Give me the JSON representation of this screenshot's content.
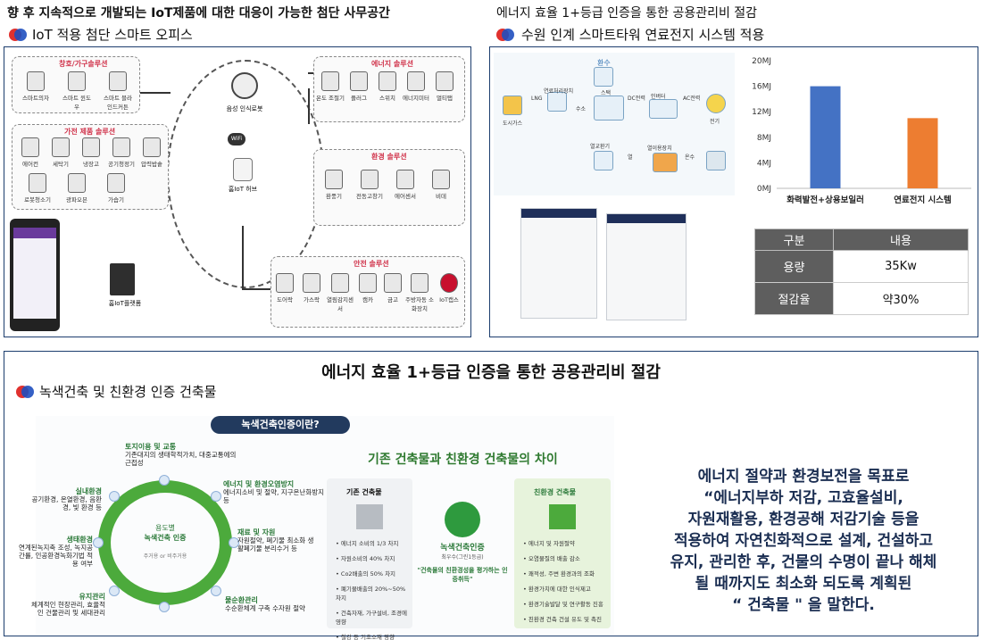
{
  "top_left": {
    "headline": "향 후 지속적으로 개발되는 IoT제품에 대한 대응이 가능한 첨단 사무공간",
    "subtitle": "IoT 적용 첨단 스마트 오피스",
    "groups": {
      "window_furniture": {
        "title": "창호/가구솔루션",
        "items": [
          "스마트의자",
          "스마트 윈도우",
          "스마트 블라인드커튼"
        ]
      },
      "appliance": {
        "title": "가전 제품 솔루션",
        "items": [
          "에어컨",
          "세탁기",
          "냉장고",
          "공기청정기",
          "압력밥솥",
          "로봇청소기",
          "광파오븐",
          "가습기"
        ]
      },
      "energy": {
        "title": "에너지 솔루션",
        "items": [
          "온도 조절기",
          "플러그",
          "스위치",
          "에너지미터",
          "멀티탭"
        ]
      },
      "environment": {
        "title": "환경 솔루션",
        "items": [
          "환풍기",
          "전동고창기",
          "에어센서",
          "비데"
        ]
      },
      "safety": {
        "title": "안전 솔루션",
        "items": [
          "도어락",
          "가스락",
          "열림감지센서",
          "캠카",
          "금고",
          "주방자동 소화장치",
          "IoT캡스"
        ]
      }
    },
    "hub": {
      "robot_label": "음성 인식로봇",
      "hub_label": "홈IoT 허브",
      "wifi": "WiFi",
      "gateway_label": "홈IoT플랫폼"
    }
  },
  "top_right": {
    "headline": "에너지 효율 1+등급 인증을 통한 공용관리비 절감",
    "subtitle": "수원 인계 스마트타워 연료전지 시스템 적용",
    "flow_labels": [
      "LNG",
      "연료처리장치",
      "수소",
      "스택",
      "DC전력",
      "인버터",
      "AC전력",
      "전기",
      "열교환기",
      "열",
      "열이용장치",
      "온수",
      "도시가스"
    ],
    "flow_top": "환수"
  },
  "chart_data": {
    "type": "bar",
    "categories": [
      "화력발전+상용보일러",
      "연료전지 시스템"
    ],
    "values": [
      16,
      11
    ],
    "colors": [
      "#4472c4",
      "#ed7d31"
    ],
    "ylim": [
      0,
      20
    ],
    "yticks": [
      "0MJ",
      "4MJ",
      "8MJ",
      "12MJ",
      "16MJ",
      "20MJ"
    ],
    "grid": false
  },
  "spec_table": {
    "headers": [
      "구분",
      "내용"
    ],
    "rows": [
      [
        "용량",
        "35Kw"
      ],
      [
        "절감율",
        "약30%"
      ]
    ]
  },
  "bottom": {
    "title": "에너지 효율 1+등급 인증을 통한 공용관리비 절감",
    "subtitle": "녹색건축 및 친환경 인증 건축물",
    "banner": "녹색건축인증이란?",
    "cycle_center": [
      "용도별",
      "녹색건축 인증",
      "주거용 or 비주거용"
    ],
    "cycle": [
      {
        "head": "토지이용 및 교통",
        "body": "기존대지의 생태학적가치, 대중교통에의 근접성"
      },
      {
        "head": "에너지 및 환경오염방지",
        "body": "에너지소비 및 절약, 지구온난화방지 등"
      },
      {
        "head": "재료 및 자원",
        "body": "자원절약, 폐기물 최소화 생활폐기물 분리수거 등"
      },
      {
        "head": "물순환관리",
        "body": "수순환체계 구축 수자원 절약"
      },
      {
        "head": "유지관리",
        "body": "체계적인 현장관리, 효율적인 건물관리 및 세대관리"
      },
      {
        "head": "생태환경",
        "body": "연계된녹지축 조성, 녹지공간률, 인공환경녹화기법 적용 여부"
      },
      {
        "head": "실내환경",
        "body": "공기환경, 온열환경, 음환경, 빛 환경 등"
      }
    ],
    "compare": {
      "heading": "기존 건축물과 친환경 건축물의 차이",
      "left_title": "기존 건축물",
      "left_items": [
        "에너지 소비의 1/3 차지",
        "자원소비의 40% 차지",
        "Co2배출의 50% 차지",
        "폐기물배출의 20%~50% 차지",
        "건축자재, 가구설비, 조경에 영향",
        "철강 등 기초소재 영향"
      ],
      "badge_title": "녹색건축인증",
      "badge_sub": "최우수(그린1등급)",
      "badge_quote": "\"건축물의 친환경성을 평가하는 인증취득\"",
      "right_title": "친환경 건축물",
      "right_items": [
        "에너지 및 자원절약",
        "오염물질의 배출 감소",
        "쾌적성, 주변 환경과의 조화",
        "환경가치에 대한 인식제고",
        "환경기술발달 및 연구활동 진흥",
        "친환경 건축 건설 유도 및 촉진"
      ]
    },
    "explanation": [
      "에너지 절약과 환경보전을 목표로",
      "“에너지부하 저감, 고효율설비,",
      "자원재활용, 환경공해 저감기술 등을",
      "적용하여 자연친화적으로 설계, 건설하고",
      "유지, 관리한 후, 건물의 수명이 끝나 해체",
      "될 때까지도 최소화 되도록 계획된",
      "“ 건축물 \" 을 말한다."
    ]
  }
}
